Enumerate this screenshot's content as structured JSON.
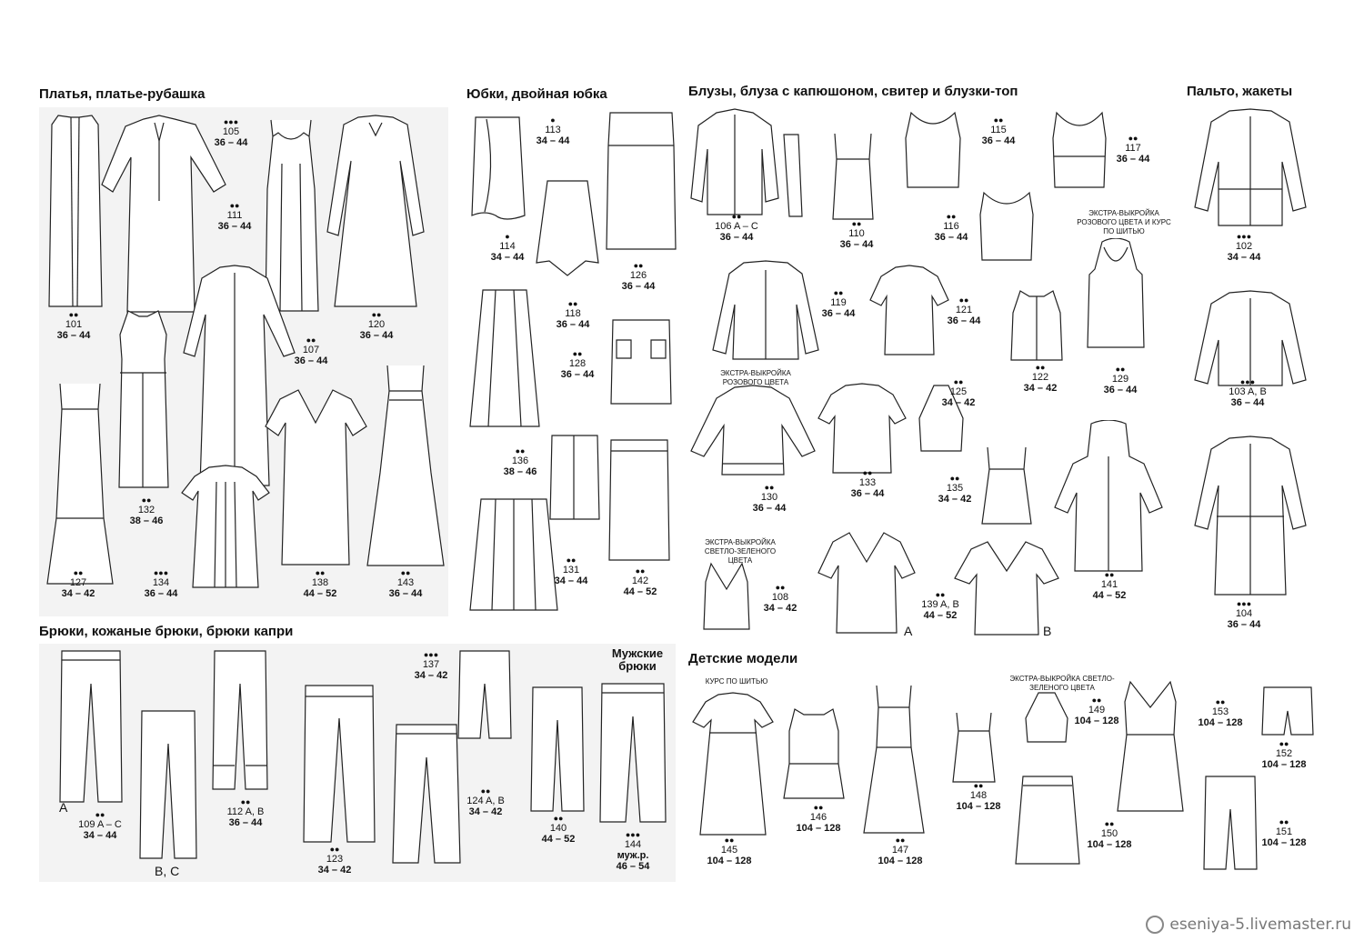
{
  "sections": {
    "dresses": "Платья, платье-рубашка",
    "skirts": "Юбки, двойная юбка",
    "blouses": "Блузы, блуза с капюшоном, свитер и блузки-топ",
    "coats": "Пальто, жакеты",
    "trousers": "Брюки, кожаные брюки, брюки капри",
    "kids": "Детские модели"
  },
  "mens_trousers": "Мужские брюки",
  "notes": {
    "extra_pink_course": "ЭКСТРА-ВЫКРОЙКА РОЗОВОГО ЦВЕТА И КУРС ПО ШИТЬЮ",
    "extra_pink": "ЭКСТРА-ВЫКРОЙКА РОЗОВОГО ЦВЕТА",
    "extra_green": "ЭКСТРА-ВЫКРОЙКА СВЕТЛО-ЗЕЛЕНОГО ЦВЕТА",
    "sewing_course": "КУРС ПО ШИТЬЮ",
    "extra_green_kids": "ЭКСТРА-ВЫКРОЙКА СВЕТЛО-ЗЕЛЕНОГО ЦВЕТА"
  },
  "models": [
    {
      "num": "101",
      "size": "36 – 44",
      "dots": "●●"
    },
    {
      "num": "105",
      "size": "36 – 44",
      "dots": "●●●"
    },
    {
      "num": "111",
      "size": "36 – 44",
      "dots": "●●"
    },
    {
      "num": "120",
      "size": "36 – 44",
      "dots": "●●"
    },
    {
      "num": "132",
      "size": "38 – 46",
      "dots": "●●"
    },
    {
      "num": "107",
      "size": "36 – 44",
      "dots": "●●"
    },
    {
      "num": "127",
      "size": "34 – 42",
      "dots": "●●"
    },
    {
      "num": "134",
      "size": "36 – 44",
      "dots": "●●●"
    },
    {
      "num": "138",
      "size": "44 – 52",
      "dots": "●●"
    },
    {
      "num": "143",
      "size": "36 – 44",
      "dots": "●●"
    },
    {
      "num": "113",
      "size": "34 – 44",
      "dots": "●"
    },
    {
      "num": "114",
      "size": "34 – 44",
      "dots": "●"
    },
    {
      "num": "126",
      "size": "36 – 44",
      "dots": "●●"
    },
    {
      "num": "118",
      "size": "36 – 44",
      "dots": "●●"
    },
    {
      "num": "128",
      "size": "36 – 44",
      "dots": "●●"
    },
    {
      "num": "136",
      "size": "38 – 46",
      "dots": "●●"
    },
    {
      "num": "131",
      "size": "34 – 44",
      "dots": "●●"
    },
    {
      "num": "142",
      "size": "44 – 52",
      "dots": "●●"
    },
    {
      "num": "106 A – C",
      "size": "36 – 44",
      "dots": "●●"
    },
    {
      "num": "110",
      "size": "36 – 44",
      "dots": "●●"
    },
    {
      "num": "115",
      "size": "36 – 44",
      "dots": "●●"
    },
    {
      "num": "116",
      "size": "36 – 44",
      "dots": "●●"
    },
    {
      "num": "117",
      "size": "36 – 44",
      "dots": "●●"
    },
    {
      "num": "119",
      "size": "36 – 44",
      "dots": "●●"
    },
    {
      "num": "121",
      "size": "36 – 44",
      "dots": "●●"
    },
    {
      "num": "122",
      "size": "34 – 42",
      "dots": "●●"
    },
    {
      "num": "129",
      "size": "36 – 44",
      "dots": "●●"
    },
    {
      "num": "125",
      "size": "34 – 42",
      "dots": "●●"
    },
    {
      "num": "130",
      "size": "36 – 44",
      "dots": "●●"
    },
    {
      "num": "133",
      "size": "36 – 44",
      "dots": "●●"
    },
    {
      "num": "135",
      "size": "34 – 42",
      "dots": "●●"
    },
    {
      "num": "108",
      "size": "34 – 42",
      "dots": "●●"
    },
    {
      "num": "139 A, B",
      "size": "44 – 52",
      "dots": "●●"
    },
    {
      "num": "141",
      "size": "44 – 52",
      "dots": "●●"
    },
    {
      "num": "102",
      "size": "34 – 44",
      "dots": "●●●"
    },
    {
      "num": "103 A, B",
      "size": "36 – 44",
      "dots": "●●●"
    },
    {
      "num": "104",
      "size": "36 – 44",
      "dots": "●●●"
    },
    {
      "num": "109 A – C",
      "size": "34 – 44",
      "dots": "●●"
    },
    {
      "num": "112 A, B",
      "size": "36 – 44",
      "dots": "●●"
    },
    {
      "num": "123",
      "size": "34 – 42",
      "dots": "●●"
    },
    {
      "num": "137",
      "size": "34 – 42",
      "dots": "●●●"
    },
    {
      "num": "124 A, B",
      "size": "34 – 42",
      "dots": "●●"
    },
    {
      "num": "140",
      "size": "44 – 52",
      "dots": "●●"
    },
    {
      "num": "144",
      "size": "46 – 54",
      "dots": "●●●",
      "prefix": "муж.р."
    },
    {
      "num": "145",
      "size": "104 – 128",
      "dots": "●●"
    },
    {
      "num": "146",
      "size": "104 – 128",
      "dots": "●●"
    },
    {
      "num": "147",
      "size": "104 – 128",
      "dots": "●●"
    },
    {
      "num": "148",
      "size": "104 – 128",
      "dots": "●●"
    },
    {
      "num": "149",
      "size": "104 – 128",
      "dots": "●●"
    },
    {
      "num": "150",
      "size": "104 – 128",
      "dots": "●●"
    },
    {
      "num": "153",
      "size": "104 – 128",
      "dots": "●●"
    },
    {
      "num": "152",
      "size": "104 – 128",
      "dots": "●●"
    },
    {
      "num": "151",
      "size": "104 – 128",
      "dots": "●●"
    }
  ],
  "variant_letters": {
    "a1": "A",
    "b1": "B",
    "a2": "A",
    "bc": "B, C"
  },
  "watermark": "eseniya-5.livemaster.ru"
}
